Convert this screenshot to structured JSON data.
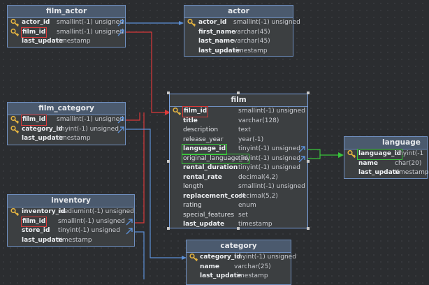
{
  "tables": {
    "film_actor": {
      "title": "film_actor",
      "rows": [
        {
          "name": "actor_id",
          "type": "smallint(-1) unsigned"
        },
        {
          "name": "film_id",
          "type": "smallint(-1) unsigned"
        },
        {
          "name": "last_update",
          "type": "timestamp"
        }
      ]
    },
    "actor": {
      "title": "actor",
      "rows": [
        {
          "name": "actor_id",
          "type": "smallint(-1) unsigned"
        },
        {
          "name": "first_name",
          "type": "varchar(45)"
        },
        {
          "name": "last_name",
          "type": "varchar(45)"
        },
        {
          "name": "last_update",
          "type": "timestamp"
        }
      ]
    },
    "film_category": {
      "title": "film_category",
      "rows": [
        {
          "name": "film_id",
          "type": "smallint(-1) unsigned"
        },
        {
          "name": "category_id",
          "type": "tinyint(-1) unsigned"
        },
        {
          "name": "last_update",
          "type": "timestamp"
        }
      ]
    },
    "film": {
      "title": "film",
      "rows": [
        {
          "name": "film_id",
          "type": "smallint(-1) unsigned"
        },
        {
          "name": "title",
          "type": "varchar(128)"
        },
        {
          "name": "description",
          "type": "text"
        },
        {
          "name": "release_year",
          "type": "year(-1)"
        },
        {
          "name": "language_id",
          "type": "tinyint(-1) unsigned"
        },
        {
          "name": "original_language_id",
          "type": "tinyint(-1) unsigned"
        },
        {
          "name": "rental_duration",
          "type": "tinyint(-1) unsigned"
        },
        {
          "name": "rental_rate",
          "type": "decimal(4,2)"
        },
        {
          "name": "length",
          "type": "smallint(-1) unsigned"
        },
        {
          "name": "replacement_cost",
          "type": "decimal(5,2)"
        },
        {
          "name": "rating",
          "type": "enum"
        },
        {
          "name": "special_features",
          "type": "set"
        },
        {
          "name": "last_update",
          "type": "timestamp"
        }
      ]
    },
    "language": {
      "title": "language",
      "rows": [
        {
          "name": "language_id",
          "type": "tinyint(-1"
        },
        {
          "name": "name",
          "type": "char(20)"
        },
        {
          "name": "last_update",
          "type": "timestamp"
        }
      ]
    },
    "inventory": {
      "title": "inventory",
      "rows": [
        {
          "name": "inventory_id",
          "type": "mediumint(-1) unsigned"
        },
        {
          "name": "film_id",
          "type": "smallint(-1) unsigned"
        },
        {
          "name": "store_id",
          "type": "tinyint(-1) unsigned"
        },
        {
          "name": "last_update",
          "type": "timestamp"
        }
      ]
    },
    "category": {
      "title": "category",
      "rows": [
        {
          "name": "category_id",
          "type": "tinyint(-1) unsigned"
        },
        {
          "name": "name",
          "type": "varchar(25)"
        },
        {
          "name": "last_update",
          "type": "timestamp"
        }
      ]
    }
  },
  "colors": {
    "background": "#2b2d30",
    "table_body": "#3c3f41",
    "table_header": "#4b5a6e",
    "table_border": "#6f8fbf",
    "fk_red": "#d93a3a",
    "fk_green": "#39c43b",
    "fk_blue": "#5b8fd6",
    "key_gold": "#e3b341"
  },
  "icons": {
    "primary_key": "key-icon",
    "foreign_key": "foreign-key-arrow-icon"
  }
}
